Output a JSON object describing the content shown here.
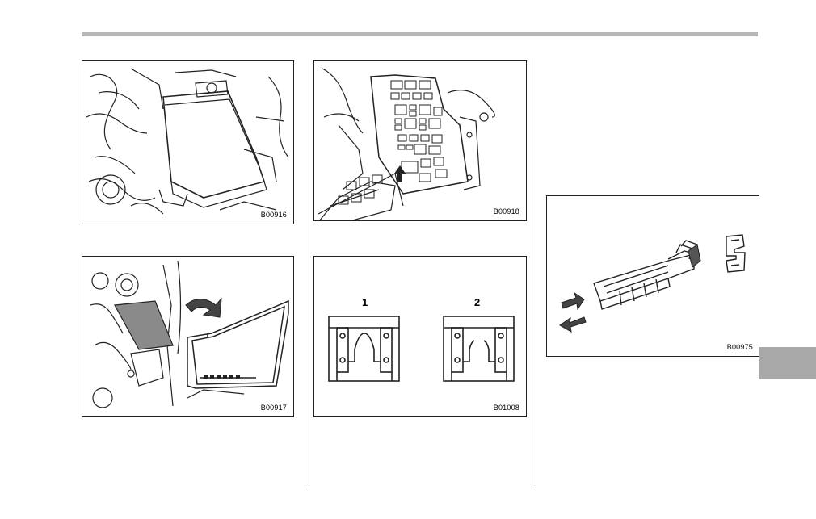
{
  "figures": {
    "fig1": {
      "code": "B00916"
    },
    "fig2": {
      "code": "B00917"
    },
    "fig3": {
      "code": "B00918"
    },
    "fig4": {
      "code": "B01008",
      "label_1": "1",
      "label_2": "2"
    },
    "fig5": {
      "code": "B00975"
    }
  },
  "colors": {
    "rule": "#b8b8b8",
    "tab": "#a8a8a8",
    "shade": "#8a8a8a",
    "line": "#222222"
  }
}
